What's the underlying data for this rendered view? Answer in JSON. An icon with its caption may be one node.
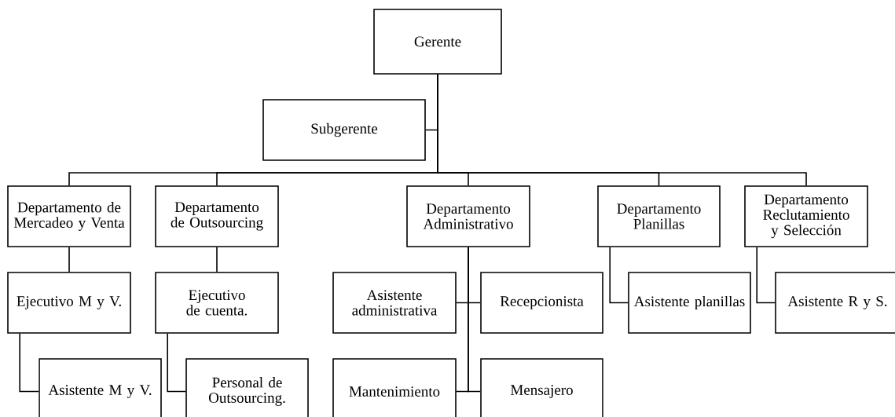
{
  "diagram": {
    "nodes": [
      {
        "text": [
          "Gerente"
        ]
      },
      {
        "text": [
          "Subgerente"
        ]
      },
      {
        "text": [
          "Departamento de Mercadeo y Venta"
        ]
      },
      {
        "text": [
          "Departamento de Outsourcing"
        ]
      },
      {
        "text": [
          "Departamento Administrativo"
        ]
      },
      {
        "text": [
          "Departamento Planillas"
        ]
      },
      {
        "text": [
          "Departamento Reclutamiento y Selección"
        ]
      },
      {
        "text": [
          "Ejecutivo M y V."
        ]
      },
      {
        "text": [
          "Ejecutivo de cuenta."
        ]
      },
      {
        "text": [
          "Asistente administrativa"
        ]
      },
      {
        "text": [
          "Recepcionista"
        ]
      },
      {
        "text": [
          "Asistente planillas"
        ]
      },
      {
        "text": [
          "Asistente R y S."
        ]
      },
      {
        "text": [
          "Asistente M y V."
        ]
      },
      {
        "text": [
          "Personal de Outsourcing."
        ]
      },
      {
        "text": [
          "Mantenimiento"
        ]
      },
      {
        "text": [
          "Mensajero"
        ]
      }
    ],
    "edges": [
      {
        "from": 0,
        "to": 1,
        "arrow": "none"
      },
      {
        "from": 0,
        "to": 2,
        "arrow": "none"
      },
      {
        "from": 0,
        "to": 3,
        "arrow": "none"
      },
      {
        "from": 0,
        "to": 4,
        "arrow": "none"
      },
      {
        "from": 0,
        "to": 5,
        "arrow": "none"
      },
      {
        "from": 0,
        "to": 6,
        "arrow": "none"
      },
      {
        "from": 2,
        "to": 7,
        "arrow": "none"
      },
      {
        "from": 7,
        "to": 13,
        "arrow": "none"
      },
      {
        "from": 3,
        "to": 8,
        "arrow": "none"
      },
      {
        "from": 8,
        "to": 14,
        "arrow": "none"
      },
      {
        "from": 4,
        "to": 9,
        "arrow": "none"
      },
      {
        "from": 4,
        "to": 10,
        "arrow": "none"
      },
      {
        "from": 4,
        "to": 15,
        "arrow": "none"
      },
      {
        "from": 4,
        "to": 16,
        "arrow": "none"
      },
      {
        "from": 5,
        "to": 11,
        "arrow": "none"
      },
      {
        "from": 6,
        "to": 12,
        "arrow": "none"
      }
    ]
  }
}
